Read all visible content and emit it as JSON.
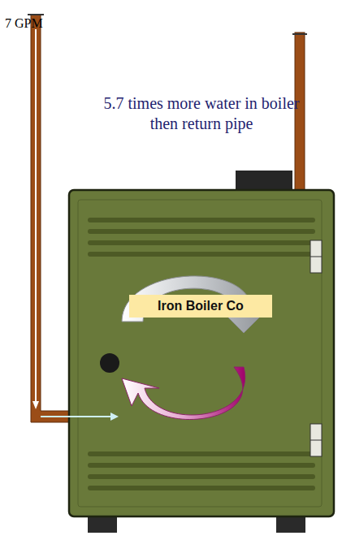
{
  "diagram": {
    "nodes": [
      {
        "text": [
          "Iron Boiler Co"
        ]
      }
    ],
    "labels": [
      "7 GPM",
      "5.7 times more water in boiler then return pipe"
    ]
  }
}
